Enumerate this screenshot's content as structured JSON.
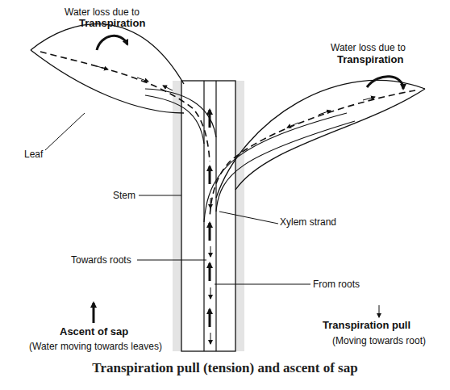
{
  "diagram": {
    "caption": "Transpiration pull (tension) and ascent of sap",
    "labels": [
      "Water loss due to",
      "Transpiration",
      "Water loss due to",
      "Transpiration",
      "Leaf",
      "Stem",
      "Xylem strand",
      "Towards roots",
      "From roots",
      "(Water moving towards leaves)",
      "(Moving towards root)"
    ],
    "legend": [
      {
        "text": "Ascent of sap"
      },
      {
        "text": "Transpiration pull"
      }
    ]
  }
}
